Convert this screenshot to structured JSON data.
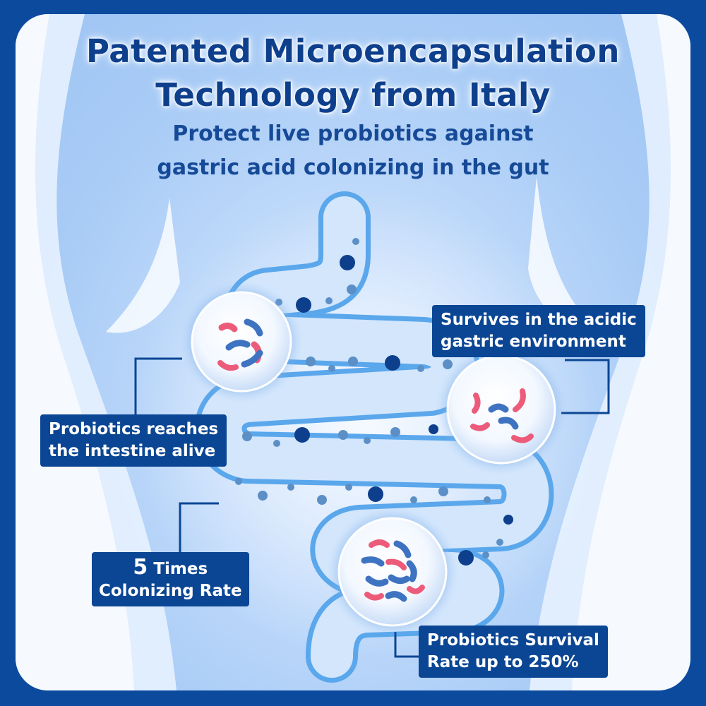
{
  "title": {
    "line1": "Patented Microencapsulation",
    "line2": "Technology from Italy"
  },
  "subtitle": {
    "line1": "Protect live probiotics against",
    "line2": "gastric acid colonizing in the gut"
  },
  "callouts": {
    "survives": {
      "line1": "Survives in the acidic",
      "line2": "gastric environment"
    },
    "reaches": {
      "line1": "Probiotics reaches",
      "line2": "the intestine alive"
    },
    "colonizing": {
      "number": "5",
      "word": "Times",
      "line2": "Colonizing Rate"
    },
    "survival": {
      "line1": "Probiotics Survival",
      "line2": "Rate up to 250%"
    }
  },
  "colors": {
    "frame": "#0c4a9e",
    "label_bg": "#0b4694",
    "label_text": "#ffffff",
    "title_text": "#0e3f8c",
    "intestine_outline": "#5aa7ec",
    "intestine_fill": "#d3e6fc",
    "dot_dark": "#0d3f8c",
    "dot_light": "#5c8fc6",
    "bacteria_blue": "#3e73c1",
    "bacteria_pink": "#ec5c7a"
  },
  "icons": [
    "intestine-illustration",
    "probiotic-bubble-icon",
    "bacteria-icon",
    "callout-connector-line"
  ]
}
